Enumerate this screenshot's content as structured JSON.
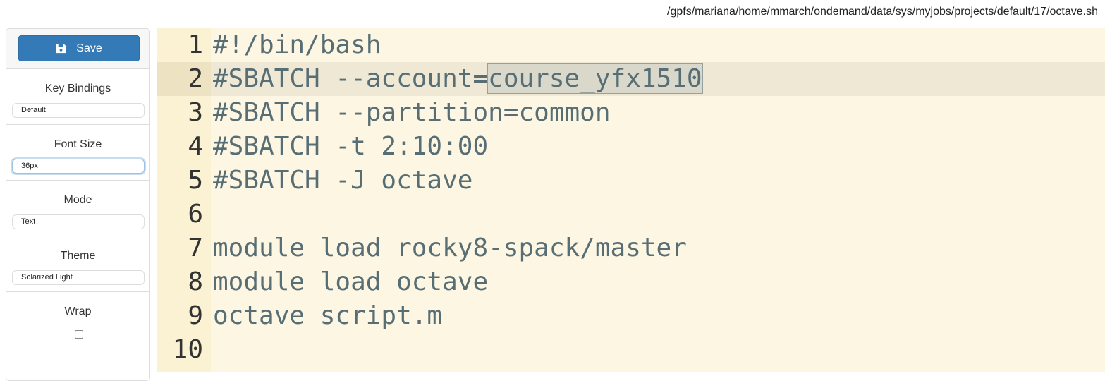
{
  "header": {
    "file_path": "/gpfs/mariana/home/mmarch/ondemand/data/sys/myjobs/projects/default/17/octave.sh"
  },
  "sidebar": {
    "save_label": "Save",
    "key_bindings": {
      "label": "Key Bindings",
      "value": "Default"
    },
    "font_size": {
      "label": "Font Size",
      "value": "36px"
    },
    "mode": {
      "label": "Mode",
      "value": "Text"
    },
    "theme": {
      "label": "Theme",
      "value": "Solarized Light"
    },
    "wrap": {
      "label": "Wrap",
      "checked": false
    }
  },
  "editor": {
    "lines": [
      {
        "n": "1",
        "pre": "#!/bin/bash",
        "sel": "",
        "post": ""
      },
      {
        "n": "2",
        "pre": "#SBATCH --account=",
        "sel": "course_yfx1510",
        "post": ""
      },
      {
        "n": "3",
        "pre": "#SBATCH --partition=common",
        "sel": "",
        "post": ""
      },
      {
        "n": "4",
        "pre": "#SBATCH -t 2:10:00",
        "sel": "",
        "post": ""
      },
      {
        "n": "5",
        "pre": "#SBATCH -J octave",
        "sel": "",
        "post": ""
      },
      {
        "n": "6",
        "pre": "",
        "sel": "",
        "post": ""
      },
      {
        "n": "7",
        "pre": "module load rocky8-spack/master",
        "sel": "",
        "post": ""
      },
      {
        "n": "8",
        "pre": "module load octave",
        "sel": "",
        "post": ""
      },
      {
        "n": "9",
        "pre": "octave script.m",
        "sel": "",
        "post": ""
      },
      {
        "n": "10",
        "pre": "",
        "sel": "",
        "post": ""
      }
    ],
    "active_line": "2"
  }
}
